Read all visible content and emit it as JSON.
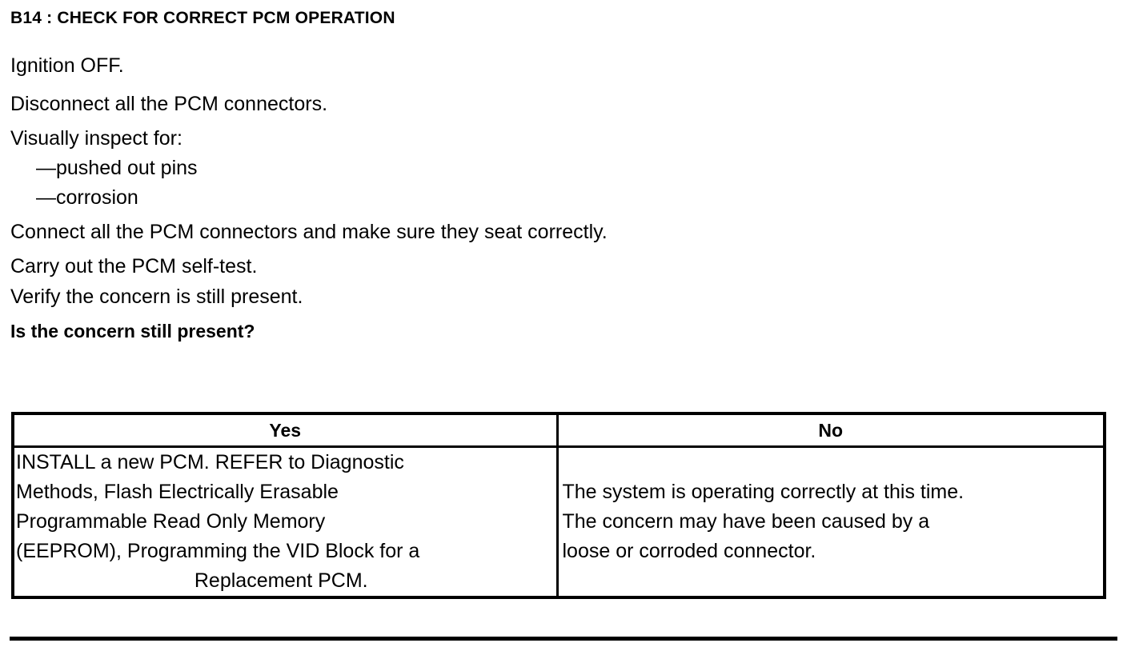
{
  "heading": {
    "step_id": "B14",
    "text": "B14 : CHECK FOR CORRECT PCM OPERATION"
  },
  "instructions": [
    {
      "text": "Ignition OFF.",
      "style": "normal"
    },
    {
      "text": "Disconnect all the PCM connectors.",
      "style": "normal"
    },
    {
      "text": "Visually inspect for:",
      "style": "normal-tight"
    },
    {
      "text": "—pushed out pins",
      "style": "dash"
    },
    {
      "text": "—corrosion",
      "style": "dash"
    },
    {
      "text": "Connect all the PCM connectors and make sure they seat correctly.",
      "style": "normal"
    },
    {
      "text": "Carry out the PCM self-test.",
      "style": "normal-tight"
    },
    {
      "text": "Verify the concern is still present.",
      "style": "normal-tight"
    },
    {
      "text": "Is the concern still present?",
      "style": "bold"
    }
  ],
  "decision_table": {
    "headers": [
      "Yes",
      "No"
    ],
    "yes_cell": {
      "lines": [
        "INSTALL a new PCM. REFER to Diagnostic",
        "Methods, Flash Electrically Erasable",
        "Programmable Read Only Memory",
        "(EEPROM), Programming the VID Block for a",
        "Replacement PCM."
      ]
    },
    "no_cell": {
      "lines": [
        "The system is operating correctly at this time.",
        "The concern may have been caused by a",
        "loose or corroded connector."
      ]
    }
  },
  "colors": {
    "ink": "#000000",
    "paper": "#ffffff"
  }
}
